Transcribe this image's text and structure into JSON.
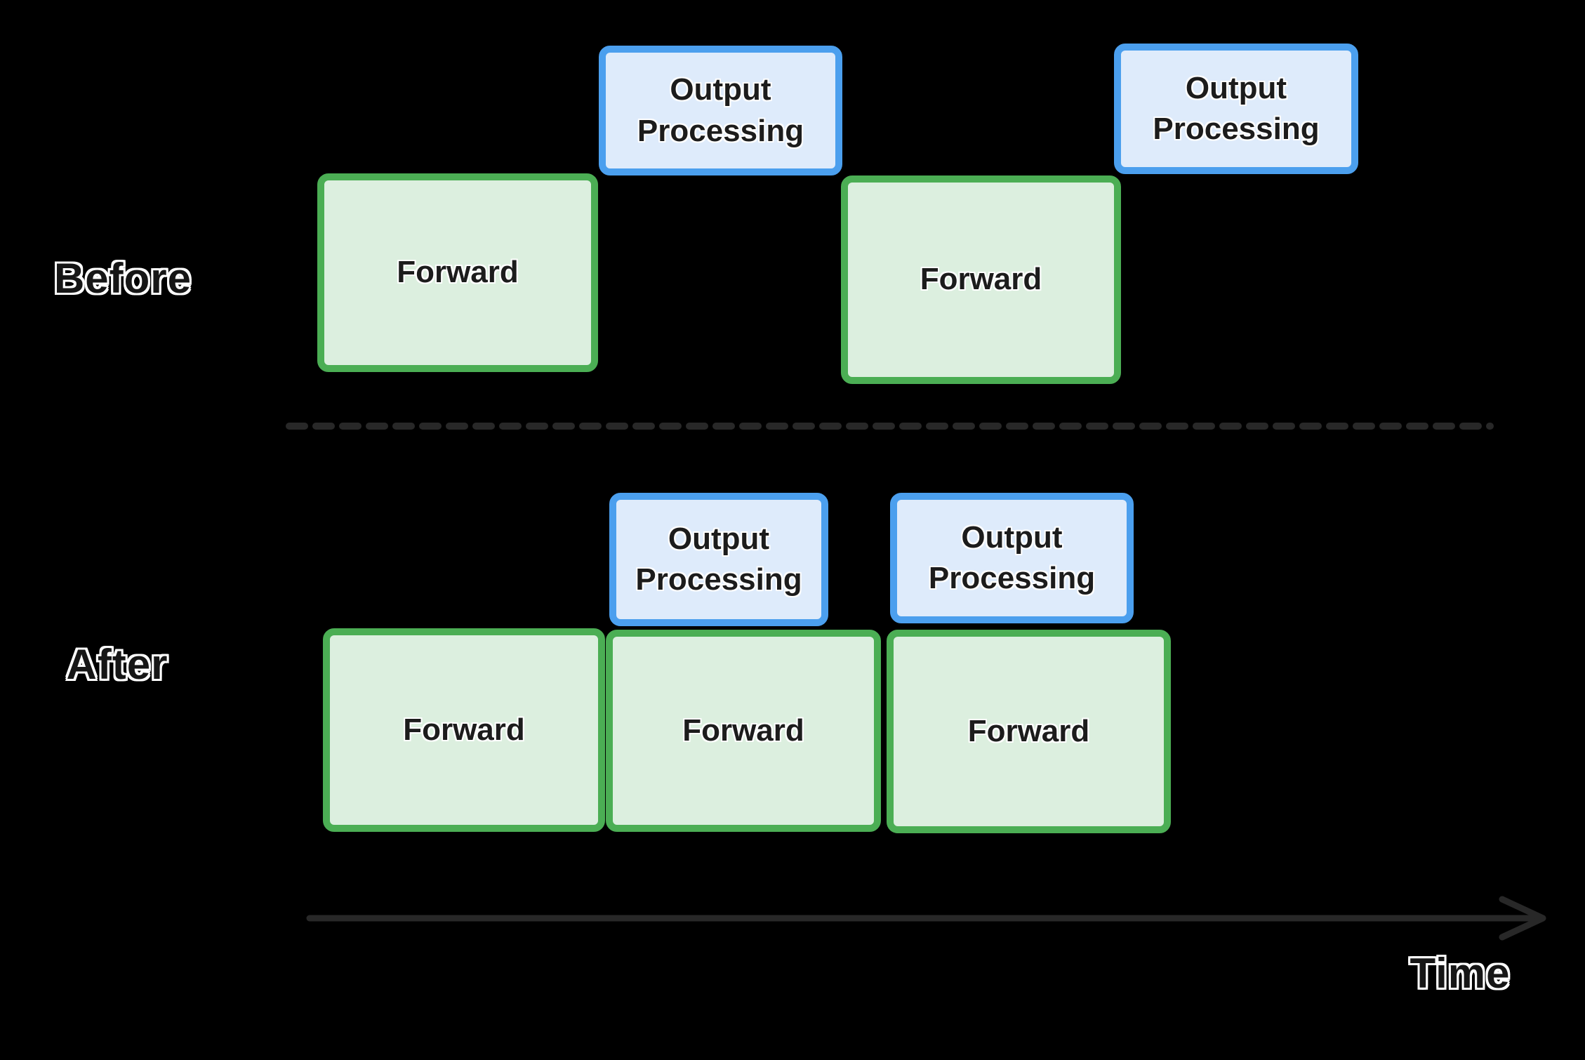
{
  "colors": {
    "background": "#000000",
    "forward_fill": "#dcefdf",
    "forward_border": "#4bae54",
    "output_fill": "#deebfb",
    "output_border": "#4b9fee",
    "box_text": "#1c1c1c",
    "label_text": "#161616",
    "label_outline": "#ffffff",
    "timeline": "#282828"
  },
  "sections": {
    "before": {
      "label": "Before",
      "forward_blocks": [
        "Forward",
        "Forward"
      ],
      "output_blocks": [
        "Output Processing",
        "Output Processing"
      ]
    },
    "after": {
      "label": "After",
      "forward_blocks": [
        "Forward",
        "Forward",
        "Forward"
      ],
      "output_blocks": [
        "Output Processing",
        "Output Processing"
      ]
    }
  },
  "axis": {
    "label": "Time"
  }
}
